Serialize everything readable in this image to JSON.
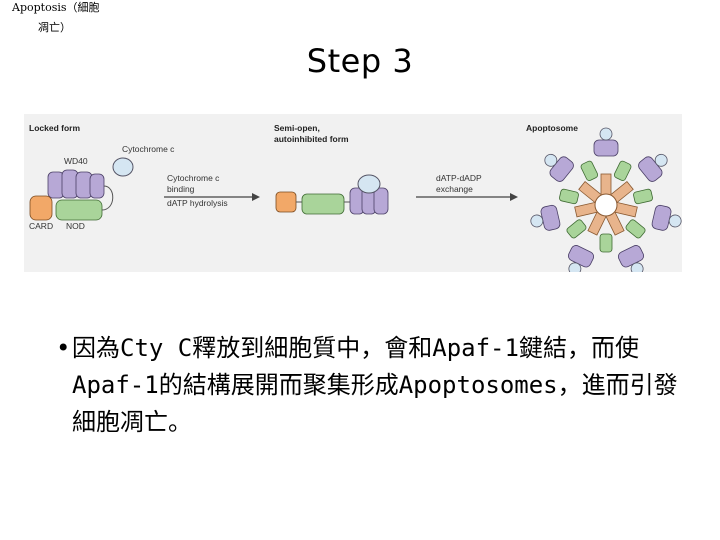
{
  "corner_note": {
    "line1": "Apoptosis（細胞",
    "line2": "凋亡）"
  },
  "slide": {
    "title": "Step 3"
  },
  "figure": {
    "labels": {
      "locked_form": "Locked form",
      "cytochrome_c_top": "Cytochrome c",
      "wd40": "WD40",
      "card": "CARD",
      "nod": "NOD",
      "step1_line1": "Cytochrome c",
      "step1_line2": "binding",
      "step1_line3": "dATP hydrolysis",
      "semi_open_line1": "Semi-open,",
      "semi_open_line2": "autoinhibited form",
      "step2_line1": "dATP-dADP",
      "step2_line2": "exchange",
      "apoptosome": "Apoptosome"
    },
    "colors": {
      "wd40": "#b7a8d6",
      "nod": "#a9d49a",
      "card": "#f2a868",
      "cytochrome": "#d5e6f2",
      "arm": "#e8b48c",
      "hub": "#ffffff"
    }
  },
  "bullet": {
    "marker": "•",
    "text": "因為Cty C釋放到細胞質中，會和Apaf-1鍵結，而使Apaf-1的結構展開而聚集形成Apoptosomes，進而引發細胞凋亡。"
  }
}
